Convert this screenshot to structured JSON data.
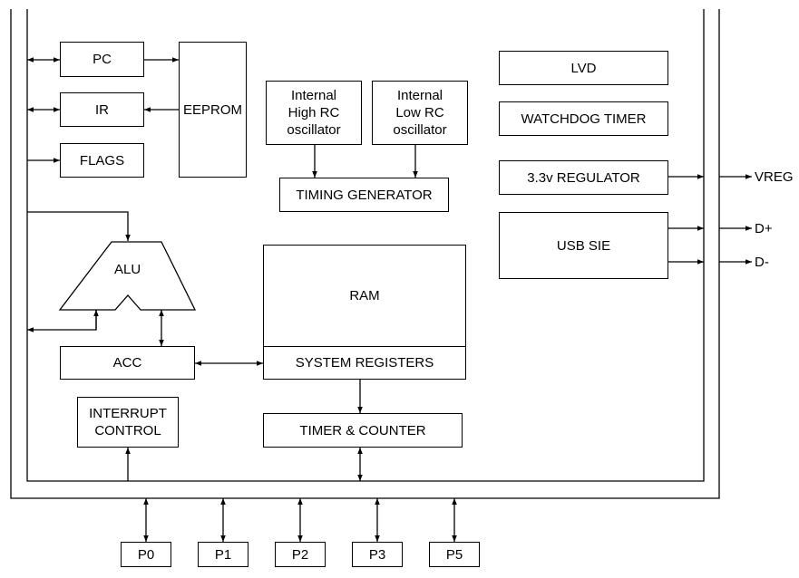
{
  "blocks": {
    "pc": "PC",
    "ir": "IR",
    "flags": "FLAGS",
    "eeprom": "EEPROM",
    "osc_high": "Internal\nHigh RC\noscillator",
    "osc_low": "Internal\nLow RC\noscillator",
    "timing": "TIMING GENERATOR",
    "lvd": "LVD",
    "watchdog": "WATCHDOG TIMER",
    "regulator": "3.3v REGULATOR",
    "usb_sie": "USB SIE",
    "alu": "ALU",
    "ram": "RAM",
    "sysreg": "SYSTEM REGISTERS",
    "acc": "ACC",
    "interrupt": "INTERRUPT\nCONTROL",
    "timer": "TIMER & COUNTER"
  },
  "pins": [
    "P0",
    "P1",
    "P2",
    "P3",
    "P5"
  ],
  "signals": {
    "vreg": "VREG",
    "dplus": "D+",
    "dminus": "D-"
  }
}
